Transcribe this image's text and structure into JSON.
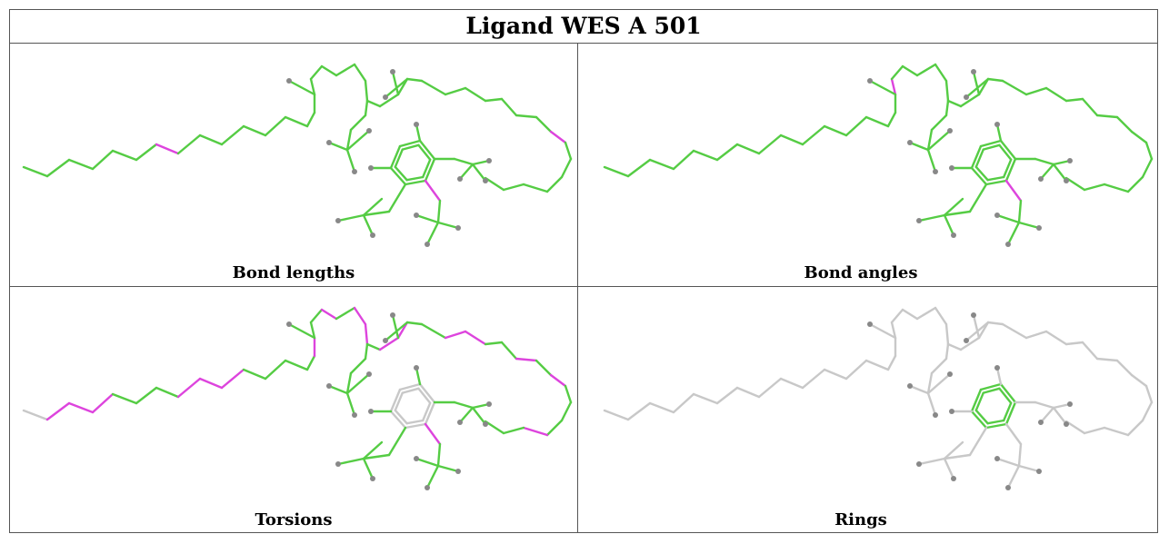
{
  "title": "Ligand WES A 501",
  "panels": [
    {
      "caption": "Bond lengths",
      "chain": [
        "g",
        "g",
        "g",
        "g",
        "g",
        "g",
        "m",
        "g",
        "g",
        "g",
        "g",
        "g",
        "g",
        "g",
        "g",
        "g",
        "g",
        "g"
      ],
      "loop": [
        "g",
        "g",
        "g",
        "g",
        "g",
        "g",
        "g",
        "g",
        "g",
        "g",
        "g",
        "g",
        "g",
        "g",
        "m",
        "g",
        "g",
        "g",
        "g",
        "g",
        "g"
      ],
      "ring": "g",
      "subs": "g",
      "accent": "m"
    },
    {
      "caption": "Bond angles",
      "chain": [
        "g",
        "g",
        "g",
        "g",
        "g",
        "g",
        "g",
        "g",
        "g",
        "g",
        "g",
        "g",
        "g",
        "g",
        "g",
        "m",
        "g",
        "g"
      ],
      "loop": [
        "g",
        "g",
        "g",
        "g",
        "g",
        "g",
        "g",
        "g",
        "g",
        "g",
        "g",
        "g",
        "g",
        "g",
        "g",
        "g",
        "g",
        "g",
        "g",
        "g",
        "g"
      ],
      "ring": "g",
      "subs": "g",
      "accent": "m"
    },
    {
      "caption": "Torsions",
      "chain": [
        "x",
        "m",
        "m",
        "m",
        "g",
        "g",
        "g",
        "m",
        "m",
        "m",
        "g",
        "g",
        "g",
        "g",
        "m",
        "g",
        "g",
        "m"
      ],
      "loop": [
        "g",
        "m",
        "m",
        "g",
        "m",
        "m",
        "g",
        "g",
        "m",
        "m",
        "g",
        "g",
        "m",
        "g",
        "m",
        "g",
        "g",
        "g",
        "m",
        "g",
        "g"
      ],
      "ring": "x",
      "subs": "g",
      "accent": "m"
    },
    {
      "caption": "Rings",
      "chain": [
        "x",
        "x",
        "x",
        "x",
        "x",
        "x",
        "x",
        "x",
        "x",
        "x",
        "x",
        "x",
        "x",
        "x",
        "x",
        "x",
        "x",
        "x"
      ],
      "loop": [
        "x",
        "x",
        "x",
        "x",
        "x",
        "x",
        "x",
        "x",
        "x",
        "x",
        "x",
        "x",
        "x",
        "x",
        "x",
        "x",
        "x",
        "x",
        "x",
        "x",
        "x"
      ],
      "ring": "g",
      "subs": "x",
      "accent": "x"
    }
  ],
  "colors": {
    "g": "#55cc44",
    "m": "#dd44dd",
    "x": "#c8c8c8",
    "atom": "#888888"
  }
}
